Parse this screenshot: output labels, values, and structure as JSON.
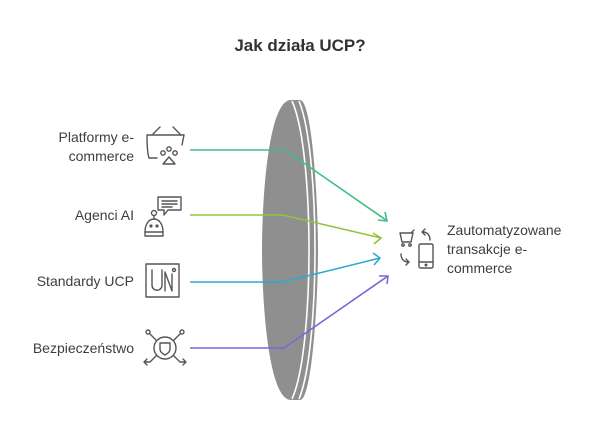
{
  "title": "Jak działa UCP?",
  "inputs": [
    {
      "label_lines": [
        "Platformy e-",
        "commerce"
      ],
      "icon": "shopping-basket-icon",
      "color": "#3fbf85"
    },
    {
      "label_lines": [
        "Agenci AI"
      ],
      "icon": "chatbot-agent-icon",
      "color": "#95c23d"
    },
    {
      "label_lines": [
        "Standardy UCP"
      ],
      "icon": "ucp-logo-icon",
      "color": "#2ea9d3"
    },
    {
      "label_lines": [
        "Bezpieczeństwo"
      ],
      "icon": "security-shield-icon",
      "color": "#7a68d8"
    }
  ],
  "lens": {
    "color": "#8f8f8f"
  },
  "output": {
    "label_lines": [
      "Zautomatyzowane",
      "transakcje e-",
      "commerce"
    ],
    "icon": "cart-phone-exchange-icon"
  }
}
